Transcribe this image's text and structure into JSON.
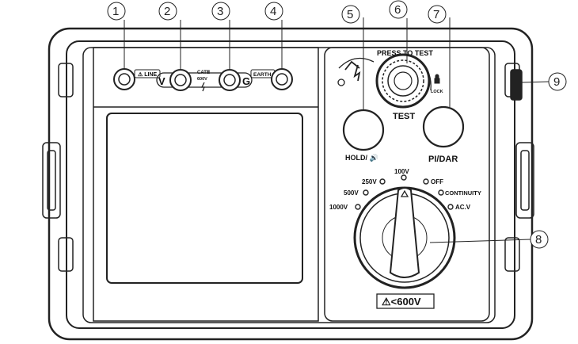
{
  "callouts": [
    "1",
    "2",
    "3",
    "4",
    "5",
    "6",
    "7",
    "8",
    "9"
  ],
  "terminals": {
    "line_label": "⚠ LINE",
    "v_label": "V",
    "cat_label": "CATⅢ",
    "cat_voltage": "600V",
    "g_label": "G",
    "earth_label": "EARTH"
  },
  "controls": {
    "press_to_test": "PRESS TO TEST",
    "test": "TEST",
    "lock": "LOCK",
    "hold": "HOLD/ 🔊",
    "pi_dar": "PI/DAR"
  },
  "dial": {
    "positions": [
      "1000V",
      "500V",
      "250V",
      "100V",
      "OFF",
      "CONTINUITY",
      "AC.V"
    ]
  },
  "warning": {
    "label": "⚠<600V"
  }
}
